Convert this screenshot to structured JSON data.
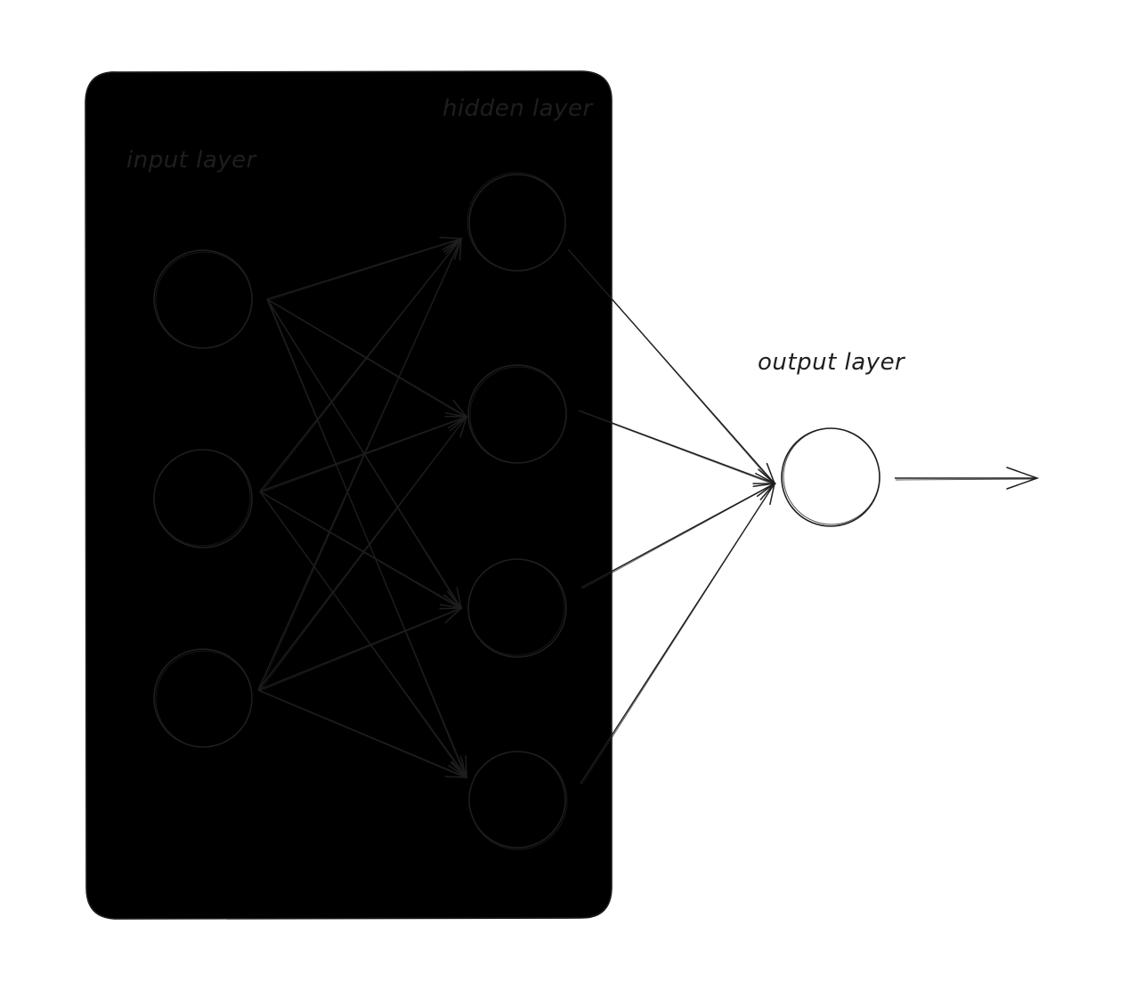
{
  "labels": {
    "input": "input layer",
    "hidden": "hidden layer",
    "output": "output layer"
  },
  "colors": {
    "stroke": "#1e1e1e",
    "panel_hatch": "#a5d8ff",
    "background": "#ffffff"
  },
  "network": {
    "input_count": 3,
    "hidden_count": 4,
    "output_count": 1,
    "fully_connected": true,
    "has_output_arrow": true
  }
}
